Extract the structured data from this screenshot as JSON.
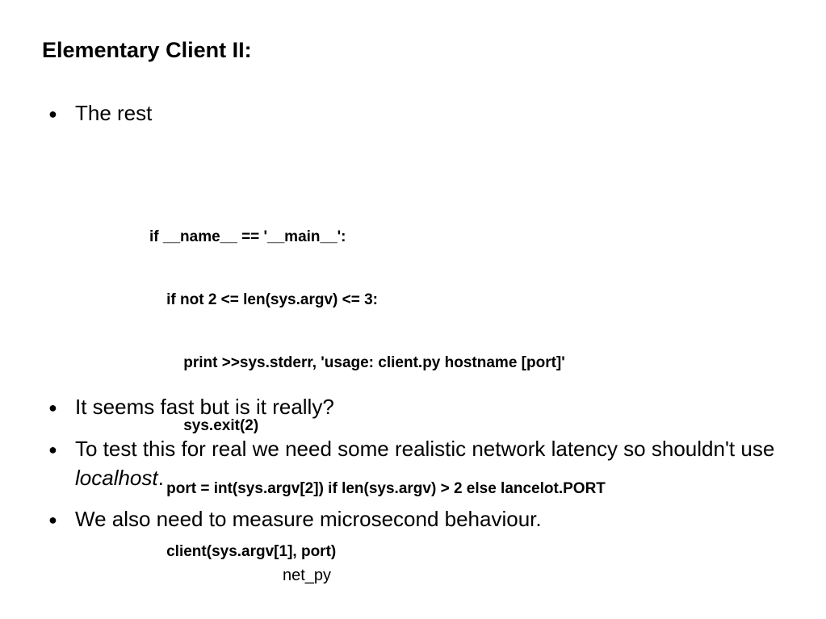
{
  "slide": {
    "title": "Elementary Client II:",
    "bullets": [
      {
        "text": "The rest"
      },
      {
        "text": "It seems fast but is it really?"
      },
      {
        "text_before": "To test this for real we need  some realistic network latency so shouldn't use ",
        "italic": "localhost",
        "text_after": "."
      },
      {
        "text": "We also need to measure microsecond behaviour."
      }
    ],
    "bullet_glyph": "●",
    "code_lines": [
      "if __name__ == '__main__':",
      "    if not 2 <= len(sys.argv) <= 3:",
      "        print >>sys.stderr, 'usage: client.py hostname [port]'",
      "        sys.exit(2)",
      "    port = int(sys.argv[2]) if len(sys.argv) > 2 else lancelot.PORT",
      "    client(sys.argv[1], port)"
    ],
    "footer": "net_py"
  }
}
